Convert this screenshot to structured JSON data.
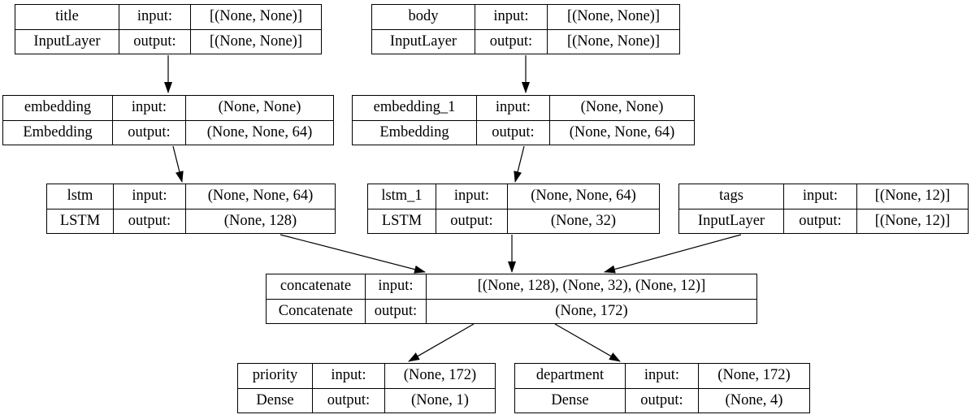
{
  "labels": {
    "input": "input:",
    "output": "output:"
  },
  "colors": {
    "background": "#ffffff",
    "border": "#000000",
    "text": "#000000",
    "edge": "#000000"
  },
  "nodes": [
    {
      "name": "title",
      "type": "InputLayer",
      "input_shape": "[(None, None)]",
      "output_shape": "[(None, None)]"
    },
    {
      "name": "body",
      "type": "InputLayer",
      "input_shape": "[(None, None)]",
      "output_shape": "[(None, None)]"
    },
    {
      "name": "embedding",
      "type": "Embedding",
      "input_shape": "(None, None)",
      "output_shape": "(None, None, 64)"
    },
    {
      "name": "embedding_1",
      "type": "Embedding",
      "input_shape": "(None, None)",
      "output_shape": "(None, None, 64)"
    },
    {
      "name": "lstm",
      "type": "LSTM",
      "input_shape": "(None, None, 64)",
      "output_shape": "(None, 128)"
    },
    {
      "name": "lstm_1",
      "type": "LSTM",
      "input_shape": "(None, None, 64)",
      "output_shape": "(None, 32)"
    },
    {
      "name": "tags",
      "type": "InputLayer",
      "input_shape": "[(None, 12)]",
      "output_shape": "[(None, 12)]"
    },
    {
      "name": "concatenate",
      "type": "Concatenate",
      "input_shape": "[(None, 128), (None, 32), (None, 12)]",
      "output_shape": "(None, 172)"
    },
    {
      "name": "priority",
      "type": "Dense",
      "input_shape": "(None, 172)",
      "output_shape": "(None, 1)"
    },
    {
      "name": "department",
      "type": "Dense",
      "input_shape": "(None, 172)",
      "output_shape": "(None, 4)"
    }
  ],
  "edges": [
    {
      "from": "title",
      "to": "embedding"
    },
    {
      "from": "body",
      "to": "embedding_1"
    },
    {
      "from": "embedding",
      "to": "lstm"
    },
    {
      "from": "embedding_1",
      "to": "lstm_1"
    },
    {
      "from": "lstm",
      "to": "concatenate"
    },
    {
      "from": "lstm_1",
      "to": "concatenate"
    },
    {
      "from": "tags",
      "to": "concatenate"
    },
    {
      "from": "concatenate",
      "to": "priority"
    },
    {
      "from": "concatenate",
      "to": "department"
    }
  ]
}
